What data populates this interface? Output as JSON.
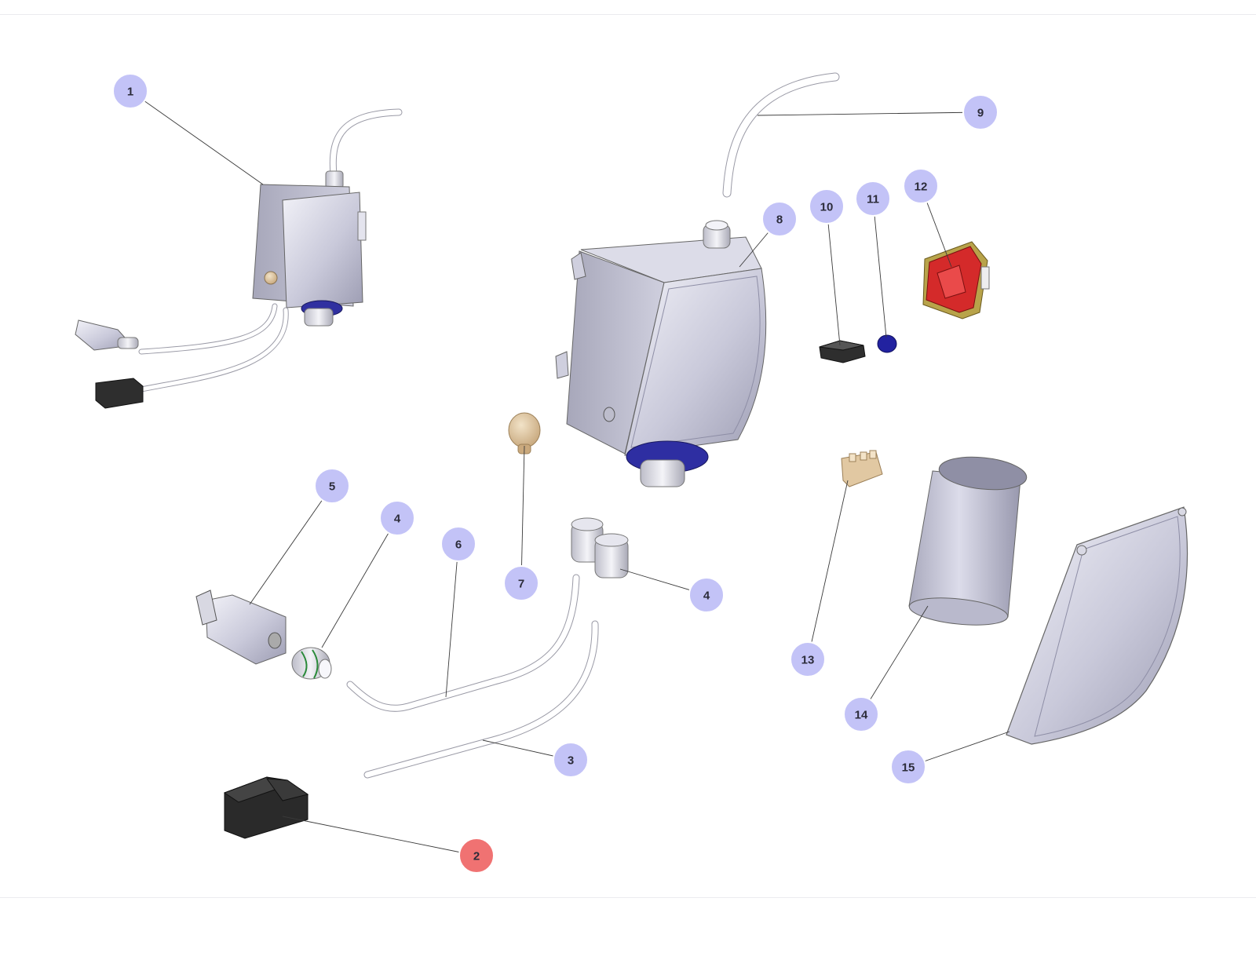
{
  "diagram": {
    "type": "exploded-parts-view",
    "colors": {
      "callout_default": "#c3c3f7",
      "callout_selected": "#f07272",
      "callout_text": "#2c2c3a",
      "housing_light": "#e8e8f2",
      "housing_dark": "#9a9aae",
      "connector_blue": "#2c2c9c",
      "switch_red": "#d42a2a",
      "dark_part": "#2e2e2e",
      "tan_part": "#d9bf9a"
    },
    "callouts": [
      {
        "label": "1",
        "selected": false
      },
      {
        "label": "2",
        "selected": true
      },
      {
        "label": "3",
        "selected": false
      },
      {
        "label": "4",
        "selected": false
      },
      {
        "label": "4",
        "selected": false
      },
      {
        "label": "5",
        "selected": false
      },
      {
        "label": "6",
        "selected": false
      },
      {
        "label": "7",
        "selected": false
      },
      {
        "label": "8",
        "selected": false
      },
      {
        "label": "9",
        "selected": false
      },
      {
        "label": "10",
        "selected": false
      },
      {
        "label": "11",
        "selected": false
      },
      {
        "label": "12",
        "selected": false
      },
      {
        "label": "13",
        "selected": false
      },
      {
        "label": "14",
        "selected": false
      },
      {
        "label": "15",
        "selected": false
      }
    ]
  }
}
